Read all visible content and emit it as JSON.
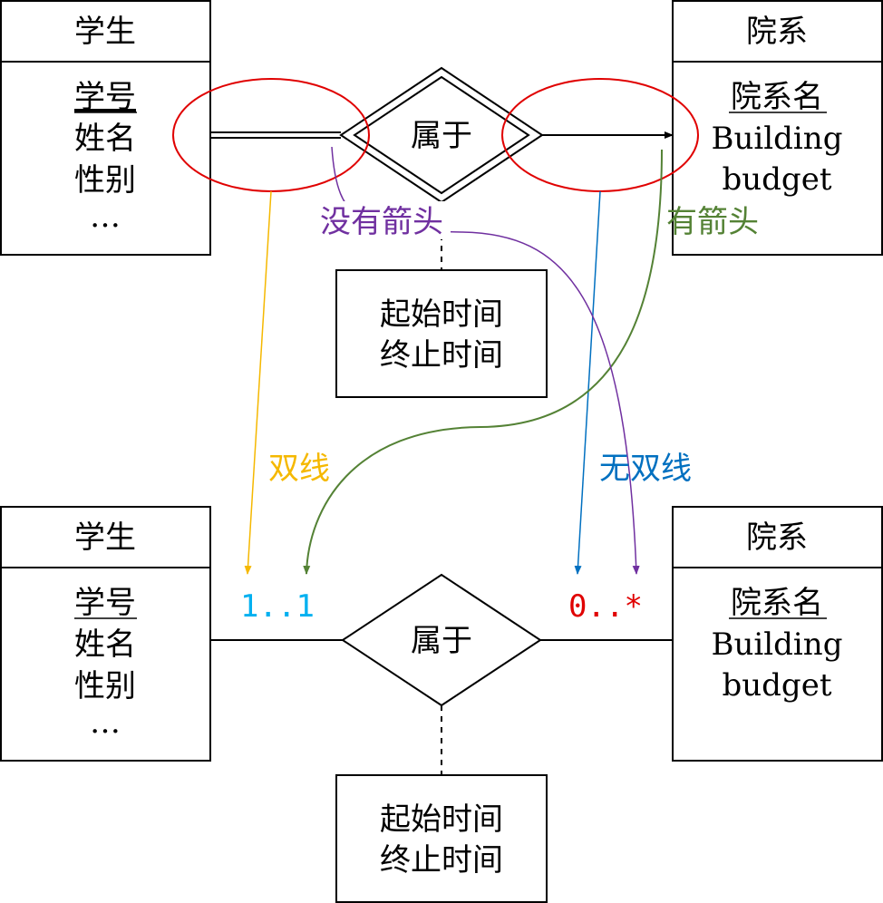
{
  "top": {
    "entity_left": {
      "name": "学生",
      "key": "学号",
      "attrs": [
        "姓名",
        "性别",
        "…"
      ]
    },
    "entity_right": {
      "name": "院系",
      "key": "院系名",
      "attrs": [
        "Building",
        "budget"
      ]
    },
    "relationship": "属于",
    "rel_attrs": [
      "起始时间",
      "终止时间"
    ]
  },
  "bottom": {
    "entity_left": {
      "name": "学生",
      "key": "学号",
      "attrs": [
        "姓名",
        "性别",
        "…"
      ]
    },
    "entity_right": {
      "name": "院系",
      "key": "院系名",
      "attrs": [
        "Building",
        "budget"
      ]
    },
    "relationship": "属于",
    "rel_attrs": [
      "起始时间",
      "终止时间"
    ],
    "mult_left": "1..1",
    "mult_right": "0..*"
  },
  "annotations": {
    "no_arrow": "没有箭头",
    "has_arrow": "有箭头",
    "double_line": "双线",
    "no_double_line": "无双线"
  },
  "colors": {
    "yellow": "#f5b800",
    "green": "#548235",
    "blue": "#0070c0",
    "purple": "#7030a0",
    "red": "#e00000",
    "cyan": "#00b0f0"
  }
}
